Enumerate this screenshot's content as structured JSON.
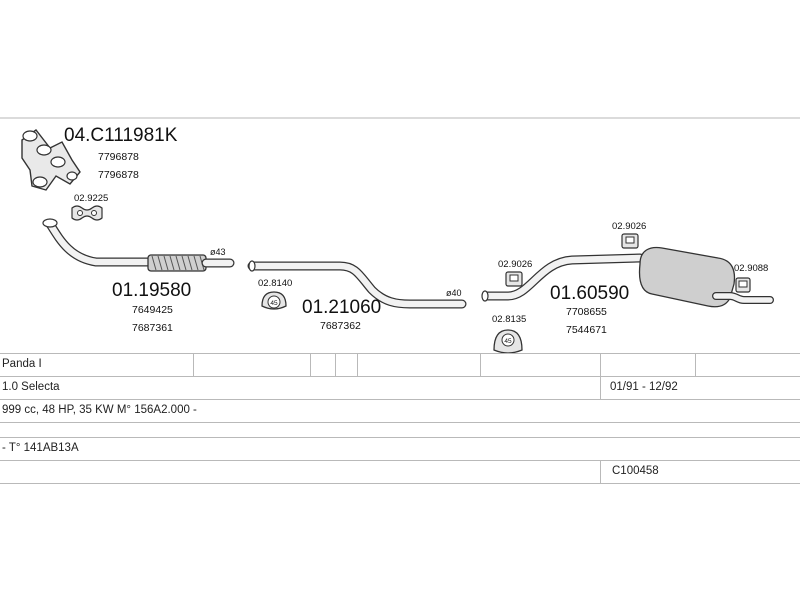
{
  "parts": {
    "manifold": {
      "number": "04.C111981K",
      "refs": [
        "7796878",
        "7796878"
      ]
    },
    "clamp_a": {
      "number": "02.9225"
    },
    "front_pipe": {
      "number": "01.19580",
      "refs": [
        "7649425",
        "7687361"
      ],
      "diameter": "ø43"
    },
    "hanger_b": {
      "number": "02.8140",
      "size": "45"
    },
    "middle_pipe": {
      "number": "01.21060",
      "refs": [
        "7687362"
      ],
      "diameter": "ø40"
    },
    "rubber_c": {
      "number": "02.9026"
    },
    "rubber_d": {
      "number": "02.9026"
    },
    "hanger_e": {
      "number": "02.8135",
      "size": "45"
    },
    "rear_silencer": {
      "number": "01.60590",
      "refs": [
        "7708655",
        "7544671"
      ]
    },
    "rubber_f": {
      "number": "02.9088"
    }
  },
  "vehicle": {
    "model": "Panda I",
    "variant": "1.0 Selecta",
    "period": "01/91 - 12/92",
    "engine": "999 cc, 48 HP, 35 KW M° 156A2.000 -",
    "type": "- T° 141AB13A",
    "catalog_code": "C100458"
  }
}
